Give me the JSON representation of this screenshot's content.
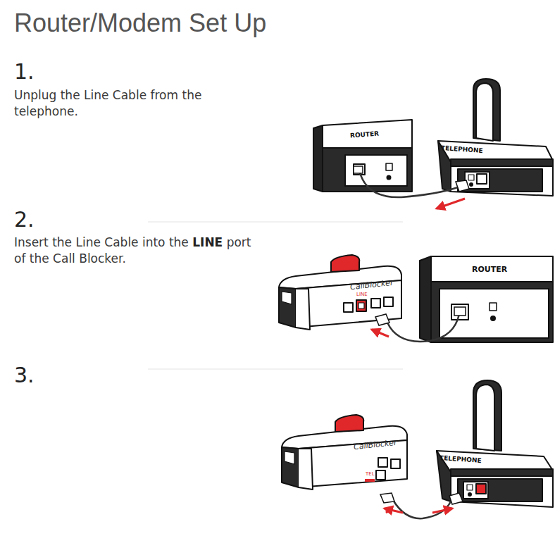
{
  "diagram": {
    "title": "Router/Modem Set Up",
    "labels": [
      "1.",
      "Unplug the Line Cable from the telephone.",
      "ROUTER",
      "TELEPHONE",
      "2.",
      "Insert the Line Cable into the LINE port of the Call Blocker.",
      "CallBlocker",
      "LINE",
      "ROUTER",
      "3.",
      "CallBlocker",
      "TEL",
      "TELEPHONE"
    ]
  }
}
